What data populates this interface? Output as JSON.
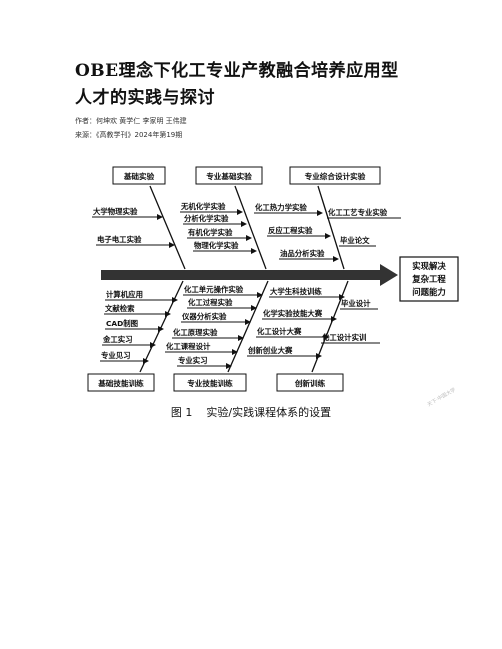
{
  "title_lines": [
    "OBE理念下化工专业产教融合培养应用型",
    "人才的实践与探讨"
  ],
  "author_line": "作者：何坤欢 黄学仁 李家明 王伟建",
  "source_line": "来源：《高教学刊》2024年第19期",
  "diagram": {
    "top_boxes": [
      "基础实验",
      "专业基础实验",
      "专业综合设计实验"
    ],
    "bottom_boxes": [
      "基础技能训练",
      "专业技能训练",
      "创新训练"
    ],
    "goal": [
      "实现解决",
      "复杂工程",
      "问题能力"
    ],
    "top_labels": {
      "col1": [
        "大学物理实验",
        "电子电工实验"
      ],
      "col2": [
        "无机化学实验",
        "分析化学实验",
        "有机化学实验",
        "物理化学实验"
      ],
      "col3": [
        "化工热力学实验",
        "反应工程实验",
        "油品分析实验"
      ],
      "col4": [
        "化工工艺专业实验",
        "毕业论文"
      ]
    },
    "bottom_labels": {
      "col1": [
        "计算机应用",
        "文献检索",
        "CAD制图",
        "金工实习",
        "专业见习"
      ],
      "col2": [
        "化工单元操作实验",
        "化工过程实验",
        "仪器分析实验",
        "化工原理实验",
        "化工课程设计",
        "专业实习"
      ],
      "col3": [
        "大学生科技训练",
        "化学实验技能大赛",
        "化工设计大赛",
        "创新创业大赛"
      ],
      "col4": [
        "毕业设计",
        "化工设计实训"
      ]
    }
  },
  "caption": {
    "num": "图 1",
    "text": "实验/实践课程体系的设置"
  },
  "watermark": "天下·中国大学"
}
